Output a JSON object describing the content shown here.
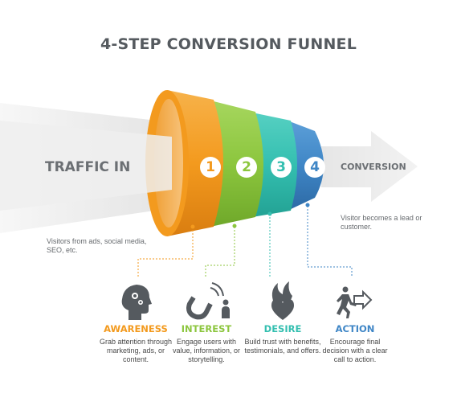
{
  "title": "4-STEP CONVERSION FUNNEL",
  "traffic_label": "TRAFFIC IN",
  "conversion_label": "CONVERSION",
  "left_note": "Visitors from ads, social media, SEO, etc.",
  "right_note": "Visitor becomes a lead or customer.",
  "colors": {
    "awareness": "#f39a1e",
    "interest": "#8cc63e",
    "desire": "#34bfb0",
    "action": "#3f86c6",
    "icon": "#555a5f"
  },
  "steps": [
    {
      "number": "1",
      "title": "AWARENESS",
      "description": "Grab attention through marketing, ads, or content.",
      "icon": "head-gears-icon"
    },
    {
      "number": "2",
      "title": "INTEREST",
      "description": "Engage users with value, information, or storytelling.",
      "icon": "magnet-person-icon"
    },
    {
      "number": "3",
      "title": "DESIRE",
      "description": "Build trust with benefits, testimonials, and offers.",
      "icon": "flaming-heart-icon"
    },
    {
      "number": "4",
      "title": "ACTION",
      "description": "Encourage final decision with a clear call to action.",
      "icon": "running-person-arrow-icon"
    }
  ]
}
